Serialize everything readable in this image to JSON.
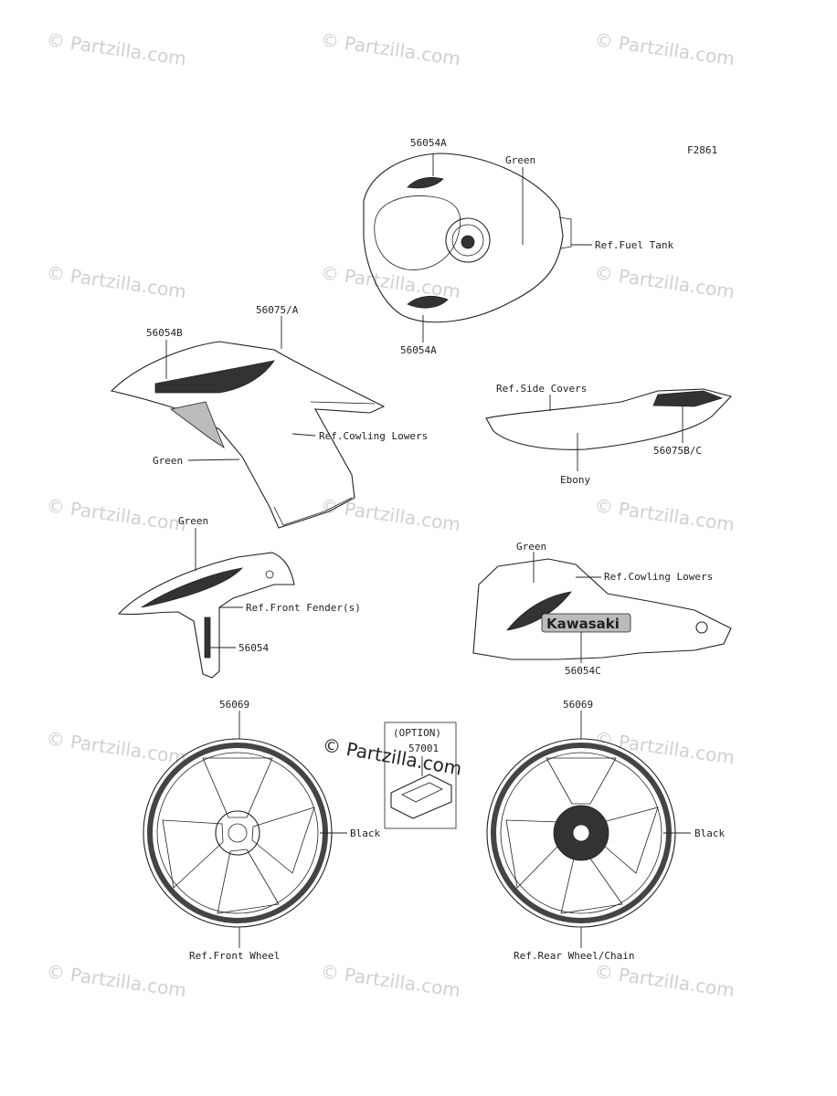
{
  "figure_id": "F2861",
  "watermarks": {
    "text": "© Partzilla.com",
    "center_text": "© Partzilla.com"
  },
  "labels": {
    "fuel_tank_part_top": "56054A",
    "fuel_tank_green": "Green",
    "fuel_tank_ref": "Ref.Fuel Tank",
    "fuel_tank_part_bottom": "56054A",
    "cowling_part_top": "56075/A",
    "cowling_part_left": "56054B",
    "cowling_ref": "Ref.Cowling Lowers",
    "cowling_green": "Green",
    "side_cover_ref": "Ref.Side Covers",
    "side_cover_part": "56075B/C",
    "side_cover_color": "Ebony",
    "fender_green": "Green",
    "fender_ref": "Ref.Front Fender(s)",
    "fender_part": "56054",
    "lower_green": "Green",
    "lower_ref": "Ref.Cowling Lowers",
    "lower_part": "56054C",
    "lower_logo": "Kawasaki",
    "front_wheel_part": "56069",
    "front_wheel_color": "Black",
    "front_wheel_ref": "Ref.Front Wheel",
    "option_header": "(OPTION)",
    "option_part": "57001",
    "rear_wheel_part": "56069",
    "rear_wheel_color": "Black",
    "rear_wheel_ref": "Ref.Rear Wheel/Chain"
  }
}
